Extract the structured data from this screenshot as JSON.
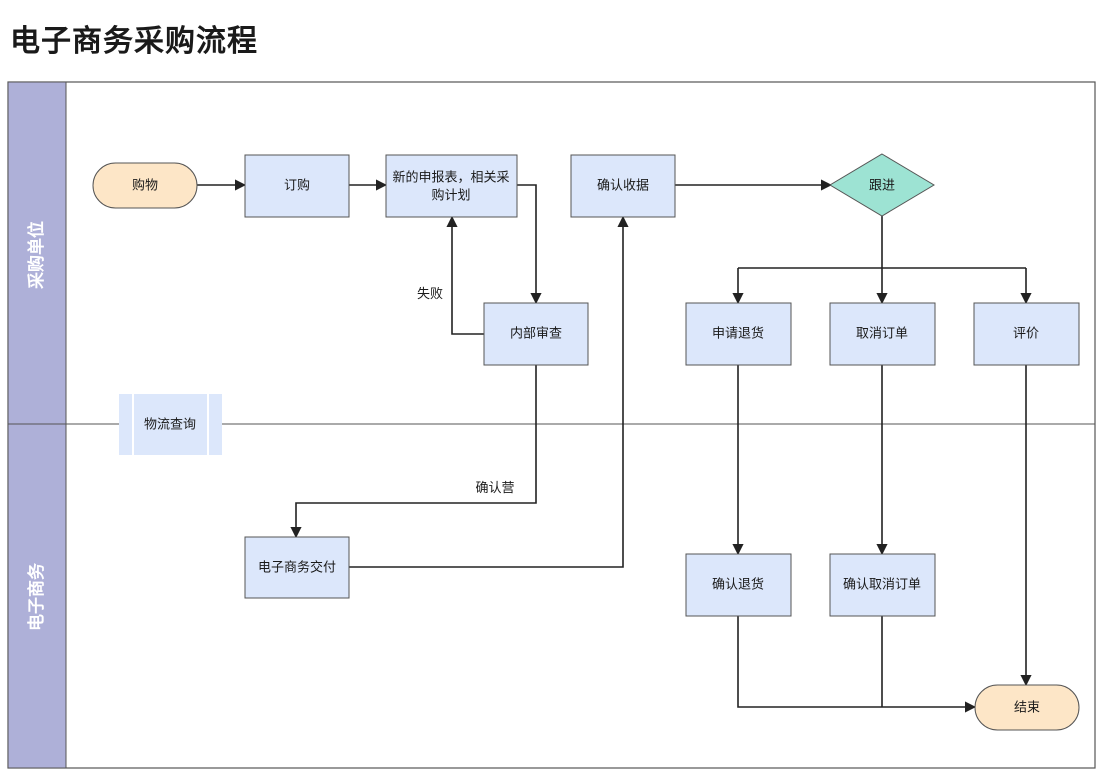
{
  "title": "电子商务采购流程",
  "colors": {
    "lane_header": "#aeb0d8",
    "process_fill": "#dce7fb",
    "terminal_fill": "#fde6c7",
    "decision_fill": "#9de3d3",
    "edge": "#222222"
  },
  "lanes": {
    "purchasing_unit": "采购单位",
    "ecommerce": "电子商务"
  },
  "nodes": {
    "shopping": "购物",
    "order": "订购",
    "new_application": [
      "新的申报表，相关采",
      "购计划"
    ],
    "confirm_receipt": "确认收据",
    "follow_up": "跟进",
    "internal_review": "内部审查",
    "apply_return": "申请退货",
    "cancel_order": "取消订单",
    "evaluate": "评价",
    "logistics_query": "物流查询",
    "ecommerce_delivery": "电子商务交付",
    "confirm_return": "确认退货",
    "confirm_cancel_order": "确认取消订单",
    "end": "结束"
  },
  "edge_labels": {
    "failed": "失败",
    "confirm_business": "确认营"
  }
}
